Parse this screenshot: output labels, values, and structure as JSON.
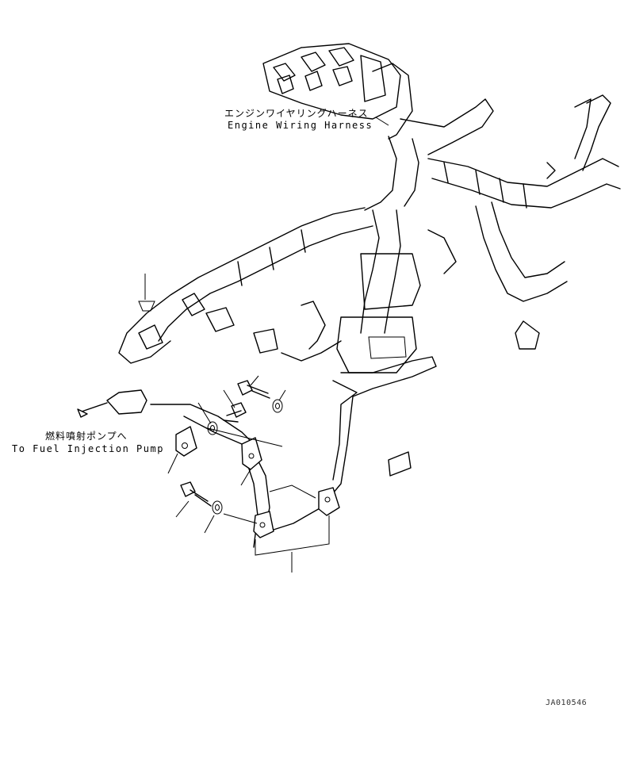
{
  "labels": {
    "engine_harness_ja": "エンジンワイヤリングハーネス",
    "engine_harness_en": "Engine Wiring Harness",
    "fuel_pump_ja": "燃料噴射ポンプへ",
    "fuel_pump_en": "To Fuel Injection Pump",
    "drawing_code": "JA010546"
  }
}
